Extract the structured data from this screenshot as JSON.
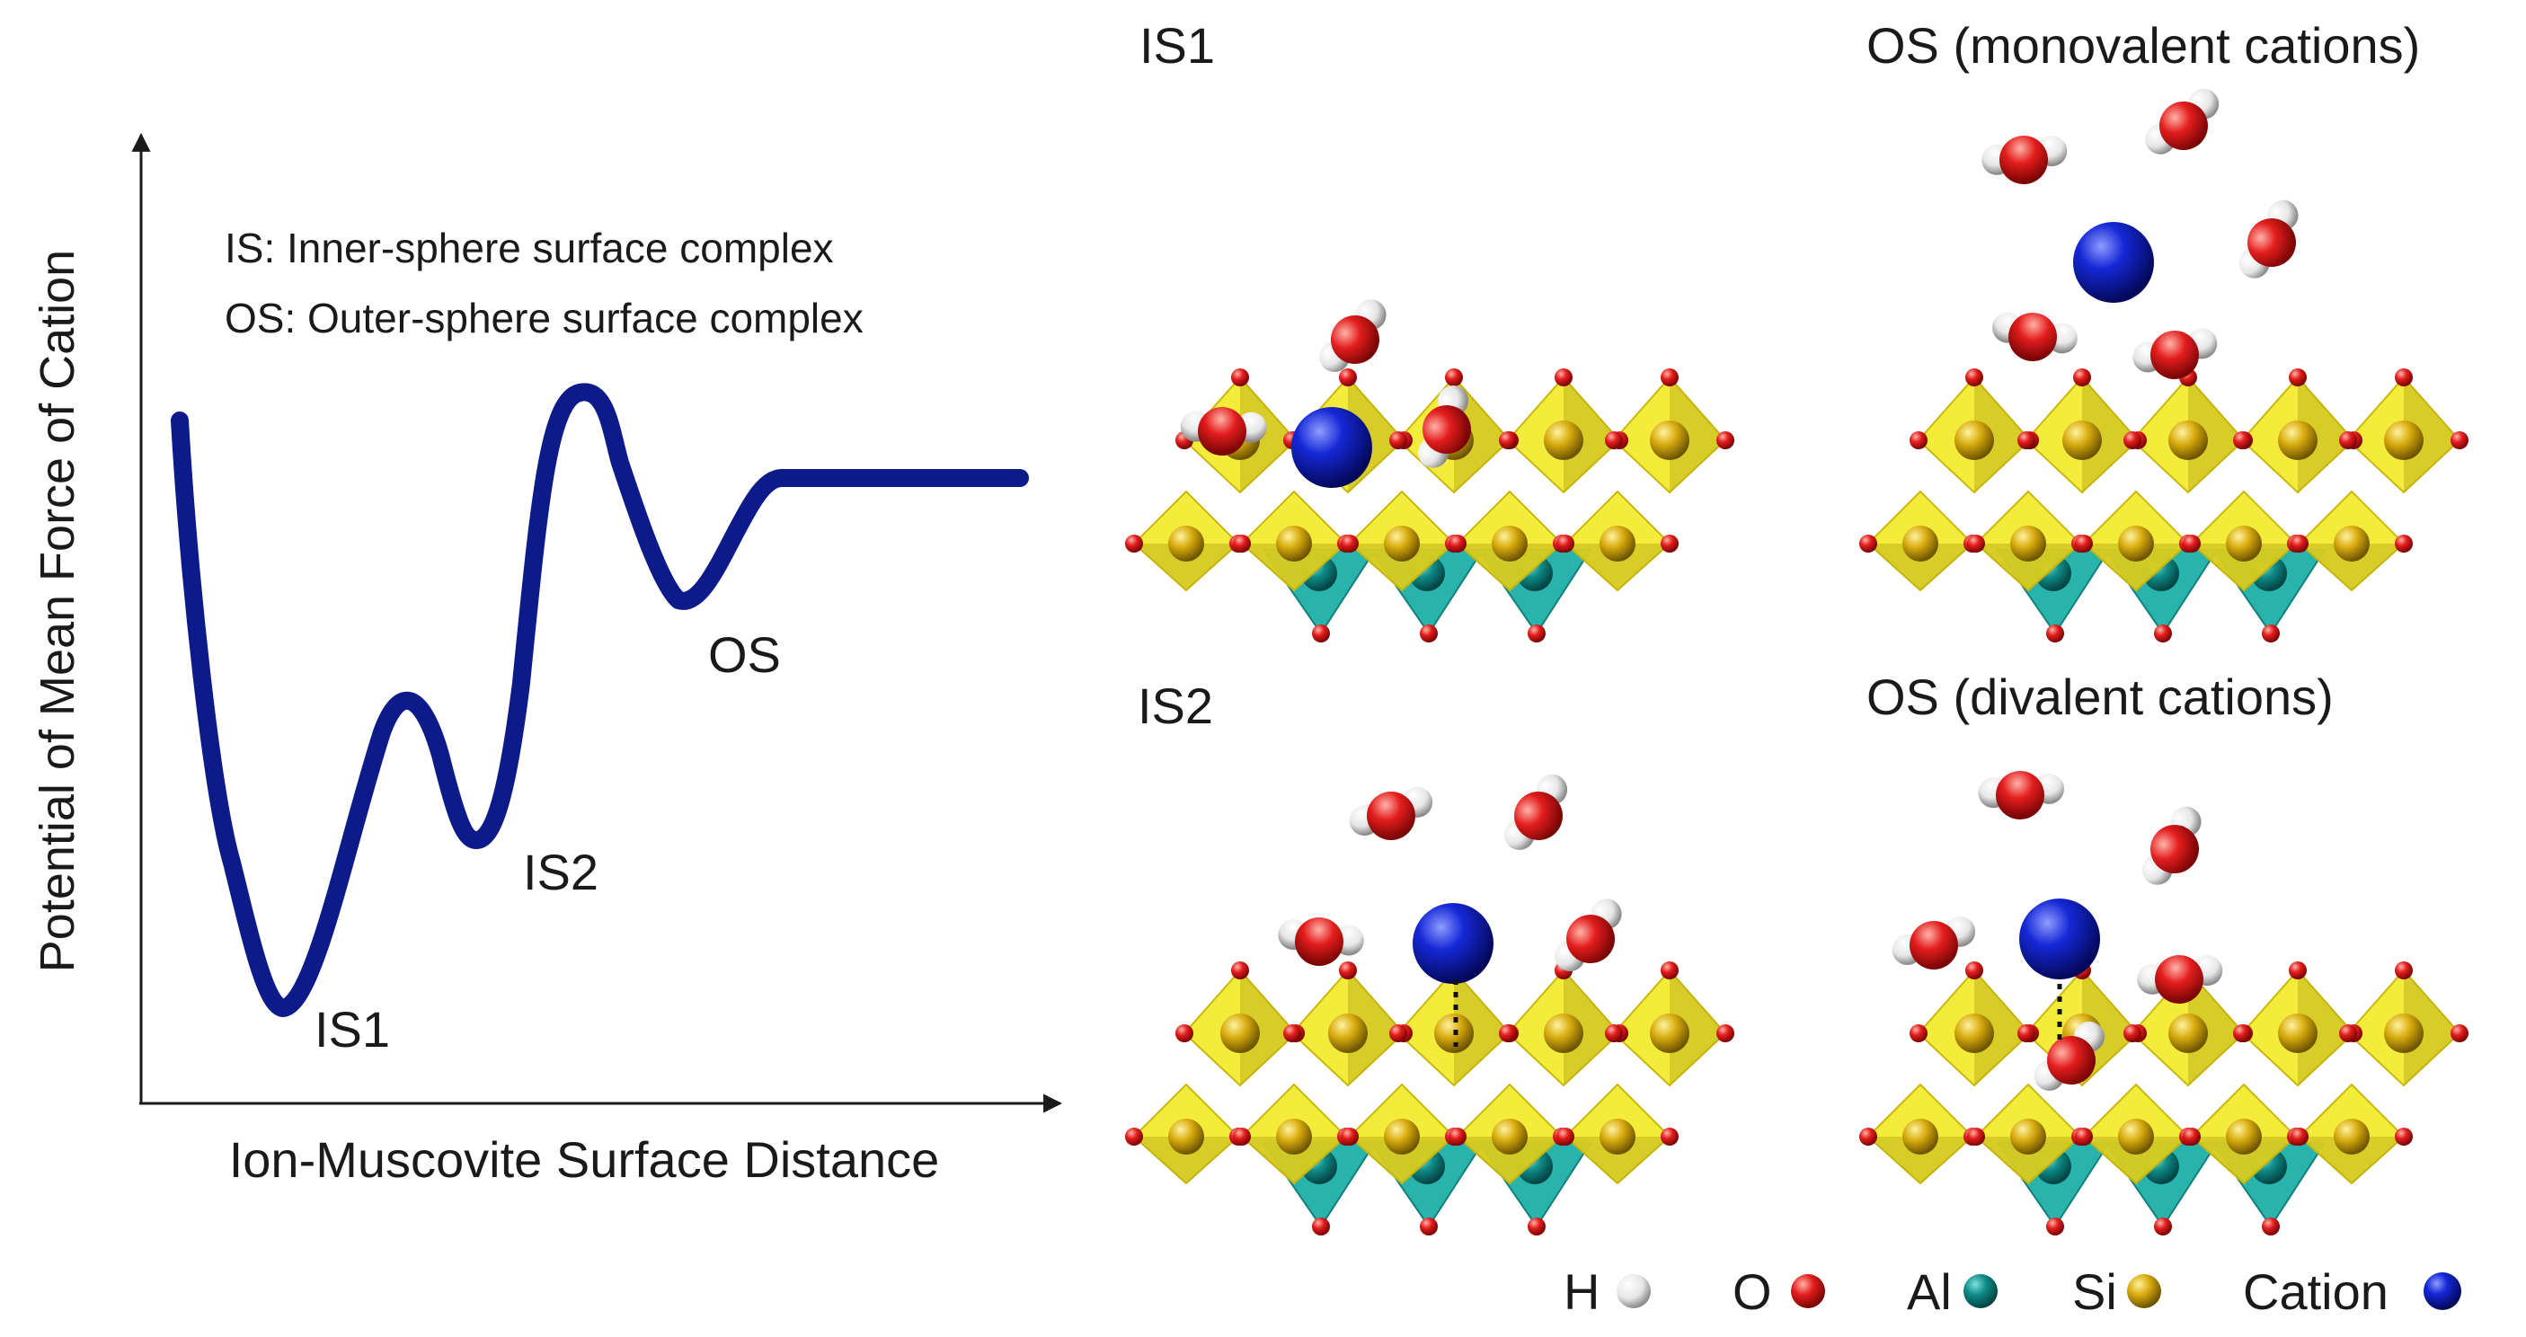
{
  "diagram": {
    "y_axis_label": "Potential of Mean Force of Cation",
    "x_axis_label": "Ion-Muscovite Surface Distance",
    "definitions": [
      "IS: Inner-sphere surface complex",
      "OS: Outer-sphere surface complex"
    ],
    "curve_labels": {
      "is1": "IS1",
      "is2": "IS2",
      "os": "OS"
    },
    "panels": [
      {
        "id": "is1",
        "title": "IS1"
      },
      {
        "id": "os_mono",
        "title": "OS (monovalent cations)"
      },
      {
        "id": "is2",
        "title": "IS2"
      },
      {
        "id": "os_di",
        "title": "OS (divalent cations)"
      }
    ],
    "legend": [
      {
        "label": "H",
        "color": "#e6e6e6"
      },
      {
        "label": "O",
        "color": "#e31d1d"
      },
      {
        "label": "Al",
        "color": "#0f8c88"
      },
      {
        "label": "Si",
        "color": "#e8c21c"
      },
      {
        "label": "Cation",
        "color": "#1528d6"
      }
    ],
    "colors": {
      "curve": "#0d1a8a",
      "si_tetrahedron": "#f2ea2a",
      "al_octahedron": "#28b3ad",
      "oxygen": "#e31d1d",
      "cation": "#1528d6"
    }
  }
}
